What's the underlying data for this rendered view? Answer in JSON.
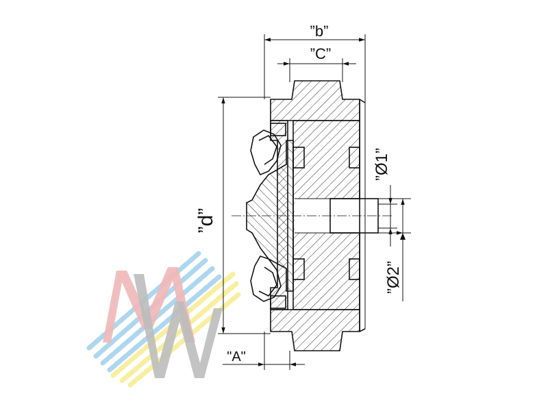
{
  "dimensions": {
    "b": "”b”",
    "c": "”C”",
    "d": "”d”",
    "a": "\"A\"",
    "o1": "”Ø1”",
    "o2": "”Ø2”"
  },
  "watermark": {
    "letters": "MW",
    "colors": {
      "m": "#f0b4b4",
      "w": "#b9b9b9",
      "blue": "#a9d5ee",
      "yellow": "#f7ef9a"
    }
  },
  "colors": {
    "ink": "#111111",
    "background": "#ffffff"
  }
}
